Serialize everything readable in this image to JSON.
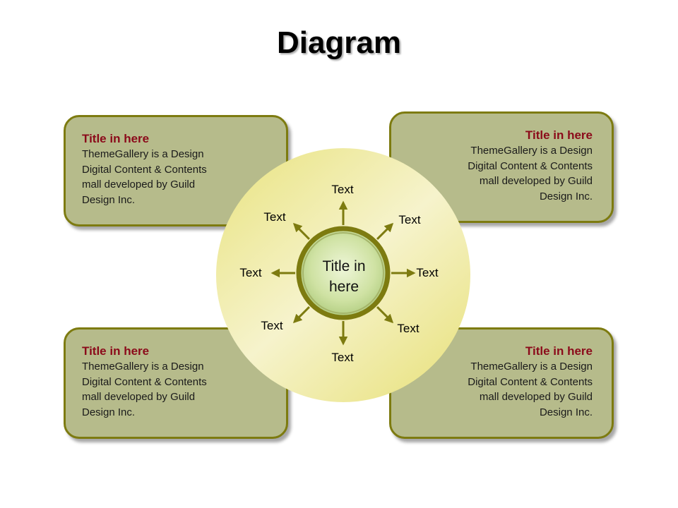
{
  "title": "Diagram",
  "center": {
    "title_line1": "Title in",
    "title_line2": "here"
  },
  "spokes": [
    "Text",
    "Text",
    "Text",
    "Text",
    "Text",
    "Text",
    "Text",
    "Text"
  ],
  "boxes": {
    "top_left": {
      "title": "Title in here",
      "body": "ThemeGallery  is a Design\nDigital Content & Contents\nmall developed by Guild\nDesign Inc."
    },
    "top_right": {
      "title": "Title in here",
      "body": "ThemeGallery  is a Design\nDigital Content & Contents\nmall developed by Guild\nDesign Inc."
    },
    "bottom_left": {
      "title": "Title in here",
      "body": "ThemeGallery  is a Design\nDigital Content & Contents\nmall developed by Guild\nDesign Inc."
    },
    "bottom_right": {
      "title": "Title in here",
      "body": "ThemeGallery  is a Design\nDigital Content & Contents\nmall developed by Guild\nDesign Inc."
    }
  },
  "colors": {
    "box_fill": "#b6bb8b",
    "box_border": "#7d7b10",
    "box_title": "#8b0a1a",
    "circle_fill": "#f3efb3",
    "hub_ring": "#7d7b10",
    "hub_fill": "#c7dc95",
    "arrow": "#7d7b10"
  }
}
